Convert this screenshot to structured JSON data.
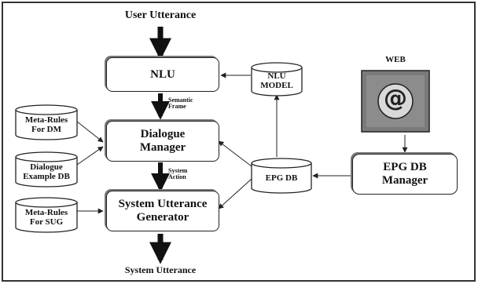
{
  "diagram": {
    "top_label": "User Utterance",
    "bottom_label": "System Utterance",
    "nlu": "NLU",
    "nlu_model": [
      "NLU",
      "MODEL"
    ],
    "semantic_frame": [
      "Semantic",
      "Frame"
    ],
    "meta_rules_dm": [
      "Meta-Rules",
      "For DM"
    ],
    "dialogue_example_db": [
      "Dialogue",
      "Example DB"
    ],
    "dialogue_manager": [
      "Dialogue",
      "Manager"
    ],
    "system_action": [
      "System",
      "Action"
    ],
    "epg_db": "EPG DB",
    "meta_rules_sug": [
      "Meta-Rules",
      "For SUG"
    ],
    "sug": [
      "System Utterance",
      "Generator"
    ],
    "web": "WEB",
    "web_glyph": "@",
    "epg_db_manager": [
      "EPG DB",
      "Manager"
    ]
  }
}
